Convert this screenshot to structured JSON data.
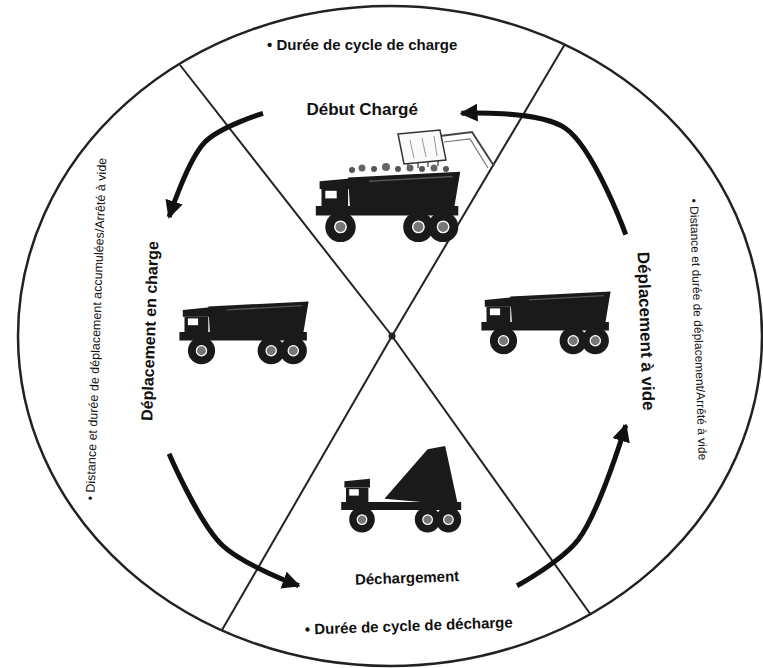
{
  "diagram": {
    "nodes": [
      {
        "text": [
          "• Durée de cycle de charge",
          "Début Chargé"
        ]
      },
      {
        "text": [
          "Déplacement en charge",
          "• Distance et durée de déplacement accumulées/Arrêté à vide"
        ]
      },
      {
        "text": [
          "Déchargement",
          "• Durée de cycle de décharge"
        ]
      },
      {
        "text": [
          "Déplacement à vide",
          "• Distance et durée de déplacement/Arrêté à vide"
        ]
      }
    ],
    "edges": [
      {
        "from": 0,
        "to": 1,
        "arrow": "to"
      },
      {
        "from": 1,
        "to": 2,
        "arrow": "to"
      },
      {
        "from": 2,
        "to": 3,
        "arrow": "to"
      },
      {
        "from": 3,
        "to": 0,
        "arrow": "to"
      }
    ]
  }
}
